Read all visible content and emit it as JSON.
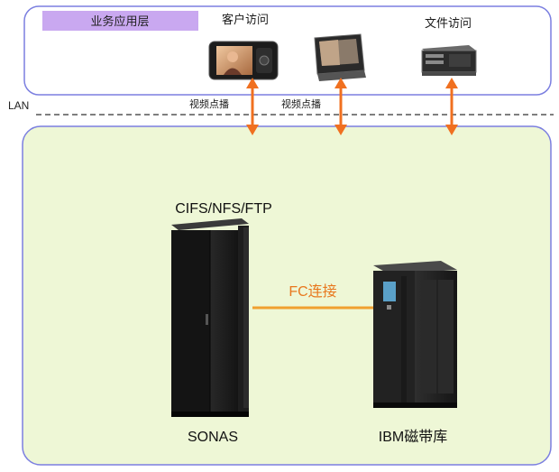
{
  "app_layer": {
    "label": "业务应用层",
    "client_access_label": "客户访问",
    "file_access_label": "文件访问"
  },
  "network": {
    "lan_label": "LAN",
    "video_label_1": "视频点播",
    "video_label_2": "视频点播"
  },
  "storage": {
    "protocols_label": "CIFS/NFS/FTP",
    "sonas_label": "SONAS",
    "fc_label": "FC连接",
    "tape_label": "IBM磁带库"
  },
  "colors": {
    "app_border": "#7b7fe0",
    "storage_fill": "#eef7d6",
    "storage_border": "#7b7fe0",
    "layer_badge": "#c9a8f0",
    "arrow": "#f07020",
    "fc_line": "#f0a030",
    "fc_text": "#e8781e"
  },
  "icons": [
    "phone-icon",
    "handheld-icon",
    "server-icon",
    "sonas-rack-icon",
    "tape-library-icon"
  ]
}
